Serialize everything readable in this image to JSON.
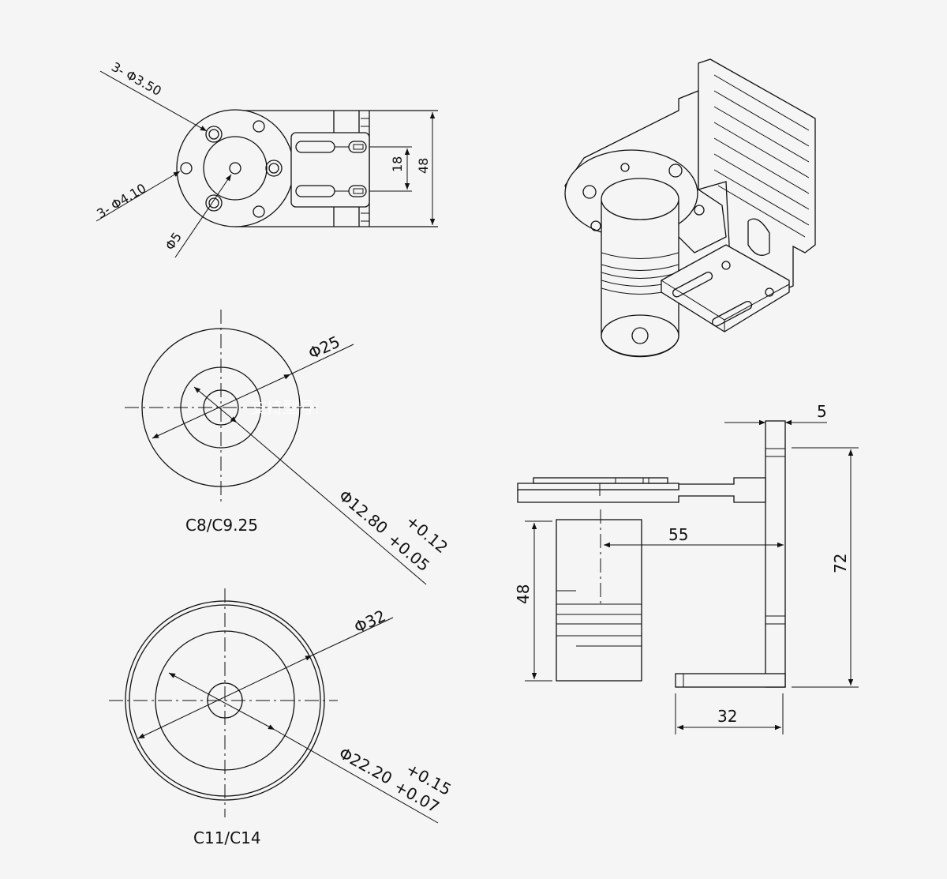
{
  "top_view": {
    "hole_a_label": "3- Φ3.50",
    "hole_b_label": "3- Φ4.10",
    "center_hole_label": "Φ5",
    "dim_slot_spacing": "18",
    "dim_height": "48"
  },
  "hub_small": {
    "outer_dia_label": "Φ25",
    "bore_label": "Φ12.80",
    "tol_upper": "+0.12",
    "tol_lower": "+0.05",
    "caption": "C8/C9.25",
    "watermark": "支持型号:"
  },
  "hub_large": {
    "outer_dia_label": "Φ32",
    "bore_label": "Φ22.20",
    "tol_upper": "+0.15",
    "tol_lower": "+0.07",
    "caption": "C11/C14"
  },
  "side_view": {
    "dim_thickness": "5",
    "dim_height": "72",
    "dim_offset": "55",
    "dim_body_height": "48",
    "dim_base_width": "32"
  },
  "colors": {
    "background": "#f5f5f5",
    "line": "#111111"
  }
}
